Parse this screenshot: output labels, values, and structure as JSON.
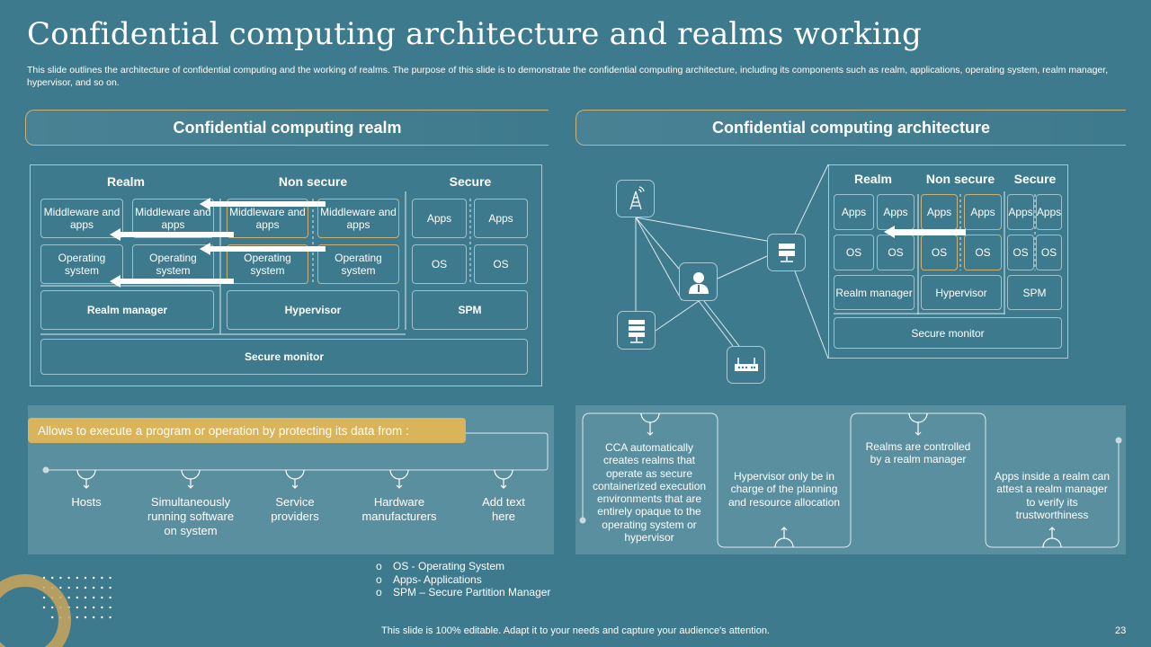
{
  "title": "Confidential computing architecture and realms working",
  "description": "This slide outlines the architecture of confidential computing and the working of realms. The purpose of this slide is to demonstrate the confidential computing architecture, including its components such as realm, applications, operating system, realm manager, hypervisor, and so on.",
  "left_header": "Confidential computing realm",
  "right_header": "Confidential computing architecture",
  "realm_diagram": {
    "headers": [
      "Realm",
      "Non secure",
      "Secure"
    ],
    "middleware": "Middleware and apps",
    "os": "Operating system",
    "apps": "Apps",
    "os_short": "OS",
    "realm_manager": "Realm manager",
    "hypervisor": "Hypervisor",
    "spm": "SPM",
    "secure_monitor": "Secure monitor"
  },
  "arch_diagram": {
    "headers": [
      "Realm",
      "Non secure",
      "Secure"
    ],
    "apps": "Apps",
    "os": "OS",
    "realm_manager": "Realm manager",
    "hypervisor": "Hypervisor",
    "spm": "SPM",
    "secure_monitor": "Secure monitor",
    "icons": [
      "tower-icon",
      "user-icon",
      "server-icon",
      "server-rack-icon",
      "router-icon"
    ]
  },
  "protect": {
    "banner": "Allows to execute a program or operation by protecting its data from :",
    "items": [
      "Hosts",
      "Simultaneously running  software on system",
      "Service providers",
      "Hardware manufacturers",
      "Add text here"
    ]
  },
  "steps": [
    "CCA automatically creates realms that operate as secure containerized execution environments that are entirely opaque to the operating system or hypervisor",
    "Hypervisor only be in charge of the planning and resource allocation",
    "Realms are controlled by a realm manager",
    "Apps inside a realm can attest a realm manager to verify its trustworthiness"
  ],
  "legend": [
    "OS - Operating System",
    "Apps- Applications",
    "SPM – Secure Partition Manager"
  ],
  "footer": "This slide is 100% editable. Adapt it to your needs and capture your audience's attention.",
  "page_number": "23",
  "colors": {
    "background": "#3e7a8d",
    "panel": "#5a8fa0",
    "accent": "#d9b45a"
  }
}
